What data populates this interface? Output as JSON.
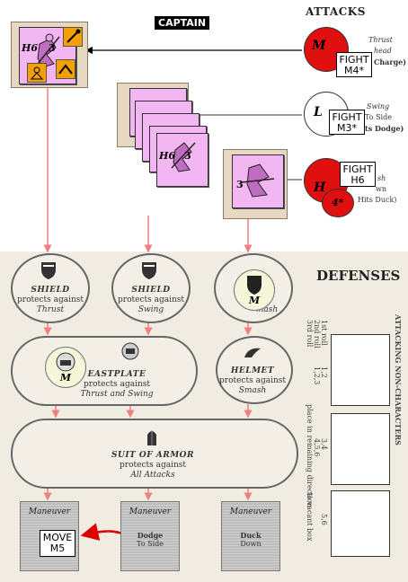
{
  "header": {
    "captain": "CAPTAIN",
    "attacks": "ATTACKS",
    "defenses": "DEFENSES"
  },
  "captain_counter": {
    "label": "H6",
    "number": "3"
  },
  "stack_counter": {
    "label": "H6",
    "number": "3"
  },
  "third_counter": {
    "number": "3"
  },
  "attacks": [
    {
      "chit_letter": "M",
      "chit_sub": "M4*",
      "name": "Thrust",
      "line2": "head",
      "line3": "Charge)",
      "fight_label": "FIGHT",
      "fight_value": "M4*",
      "color": "#e01010"
    },
    {
      "chit_letter": "L",
      "name": "Swing",
      "line2": "To Side",
      "line3": "ts Dodge)",
      "fight_label": "FIGHT",
      "fight_value": "M3*",
      "color": "#ffffff"
    },
    {
      "chit_letter": "H",
      "chit_sub": "4*",
      "name": "sh",
      "line2": "wn",
      "line3": "Hits Duck)",
      "fight_label": "FIGHT",
      "fight_value": "H6",
      "color": "#e01010"
    }
  ],
  "defenses": {
    "shield1": {
      "title": "SHIELD",
      "line1": "protects against",
      "line2": "Thrust"
    },
    "shield2": {
      "title": "SHIELD",
      "line1": "protects against",
      "line2": "Swing"
    },
    "shield3": {
      "line2": "mash"
    },
    "breastplate": {
      "title": "EASTPLATE",
      "line1": "protects against",
      "line2": "Thrust and Swing"
    },
    "helmet": {
      "title": "HELMET",
      "line1": "protects against",
      "line2": "Smash"
    },
    "armor": {
      "title": "SUIT OF ARMOR",
      "line1": "protects against",
      "line2": "All Attacks"
    },
    "m_chit_letter": "M"
  },
  "maneuvers": [
    {
      "label": "Maneuver",
      "move_label": "MOVE",
      "move_value": "M5"
    },
    {
      "label": "Maneuver",
      "line1": "Dodge",
      "line2": "To Side"
    },
    {
      "label": "Maneuver",
      "line1": "Duck",
      "line2": "Down"
    }
  ],
  "side_table": {
    "heading": "ATTACKING NON-CHARACTERS",
    "col1": "1st roll",
    "col2": "2nd roll",
    "col3": "3rd roll",
    "row1": "1,2",
    "row1b": "1,2,3",
    "row2": "3,4",
    "row2b": "4,5,6",
    "row2c": "place in remaining direction",
    "row3": "5,6",
    "row3c": "to vacant box"
  }
}
